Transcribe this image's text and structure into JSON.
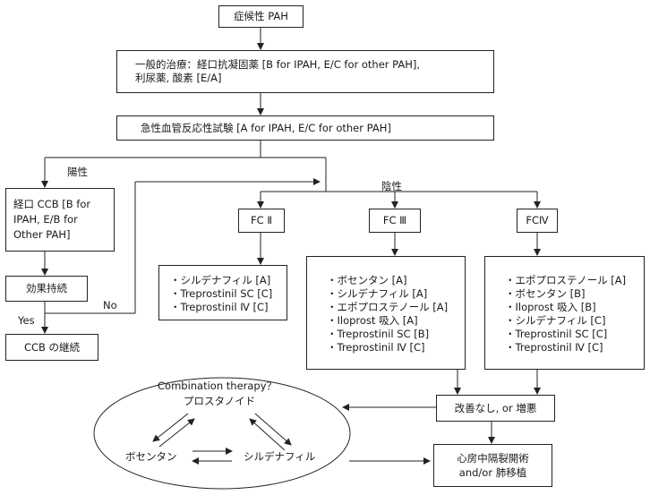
{
  "nodes": {
    "start": "症候性 PAH",
    "general_line1": "一般的治療：経口抗凝固薬 [B for IPAH, E/C for other PAH],",
    "general_line2": "利尿薬, 酸素 [E/A]",
    "vaso_test": "急性血管反応性試験 [A for IPAH, E/C for other PAH]",
    "ccb_line1": "経口 CCB [B for",
    "ccb_line2": "IPAH, E/B for",
    "ccb_line3": "Other PAH]",
    "sustained": "効果持続",
    "ccb_continue": "CCB の継続",
    "fc2": "FC Ⅱ",
    "fc3": "FC Ⅲ",
    "fc4": "FCⅣ",
    "worsening": "改善なし, or 増悪",
    "surgery_line1": "心房中隔裂開術",
    "surgery_line2": "and/or 肺移植"
  },
  "labels": {
    "positive": "陽性",
    "negative": "陰性",
    "yes": "Yes",
    "no": "No"
  },
  "fc2_items": [
    "・シルデナフィル [A]",
    "・Treprostinil SC [C]",
    "・Treprostinil Ⅳ [C]"
  ],
  "fc3_items": [
    "・ボセンタン [A]",
    "・シルデナフィル [A]",
    "・エポプロステノール [A]",
    "・Iloprost 吸入 [A]",
    "・Treprostinil SC [B]",
    "・Treprostinil Ⅳ [C]"
  ],
  "fc4_items": [
    "・エポプロステノール [A]",
    "・ボセンタン [B]",
    "・Iloprost 吸入 [B]",
    "・シルデナフィル [C]",
    "・Treprostinil SC [C]",
    "・Treprostinil Ⅳ [C]"
  ],
  "combination": {
    "title": "Combination therapy？",
    "prostanoid": "プロスタノイド",
    "bosentan": "ボセンタン",
    "sildenafil": "シルデナフィル"
  }
}
